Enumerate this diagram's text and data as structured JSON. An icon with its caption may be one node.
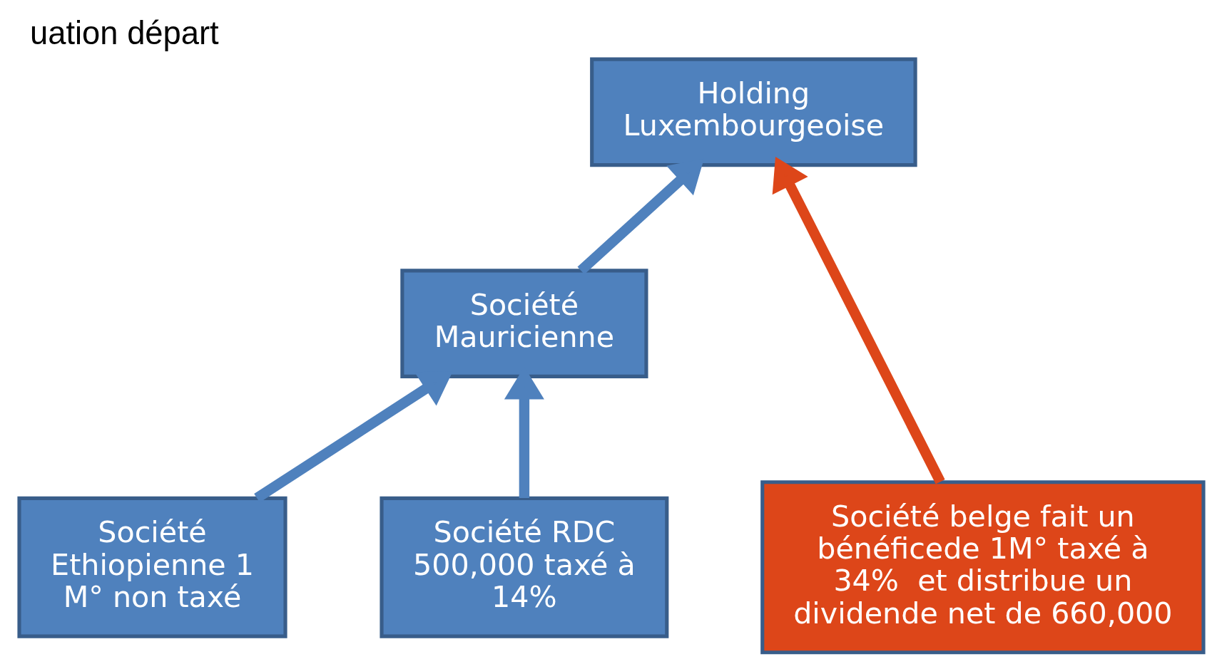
{
  "diagram": {
    "title": "uation départ",
    "nodes": [
      {
        "text": [
          "Holding Luxembourgeoise"
        ]
      },
      {
        "text": [
          "Société Mauricienne"
        ]
      },
      {
        "text": [
          "Société Ethiopienne 1 M° non taxé"
        ]
      },
      {
        "text": [
          "Société RDC 500,000 taxé à 14%"
        ]
      },
      {
        "text": [
          "Société belge fait un bénéficede 1M° taxé à 34%  et distribue un dividende net de 660,000"
        ]
      }
    ],
    "edges": [
      {
        "from": 2,
        "to": 1,
        "arrow": "to"
      },
      {
        "from": 3,
        "to": 1,
        "arrow": "to"
      },
      {
        "from": 1,
        "to": 0,
        "arrow": "to"
      },
      {
        "from": 4,
        "to": 0,
        "arrow": "to",
        "color": "#dd4619"
      }
    ]
  }
}
